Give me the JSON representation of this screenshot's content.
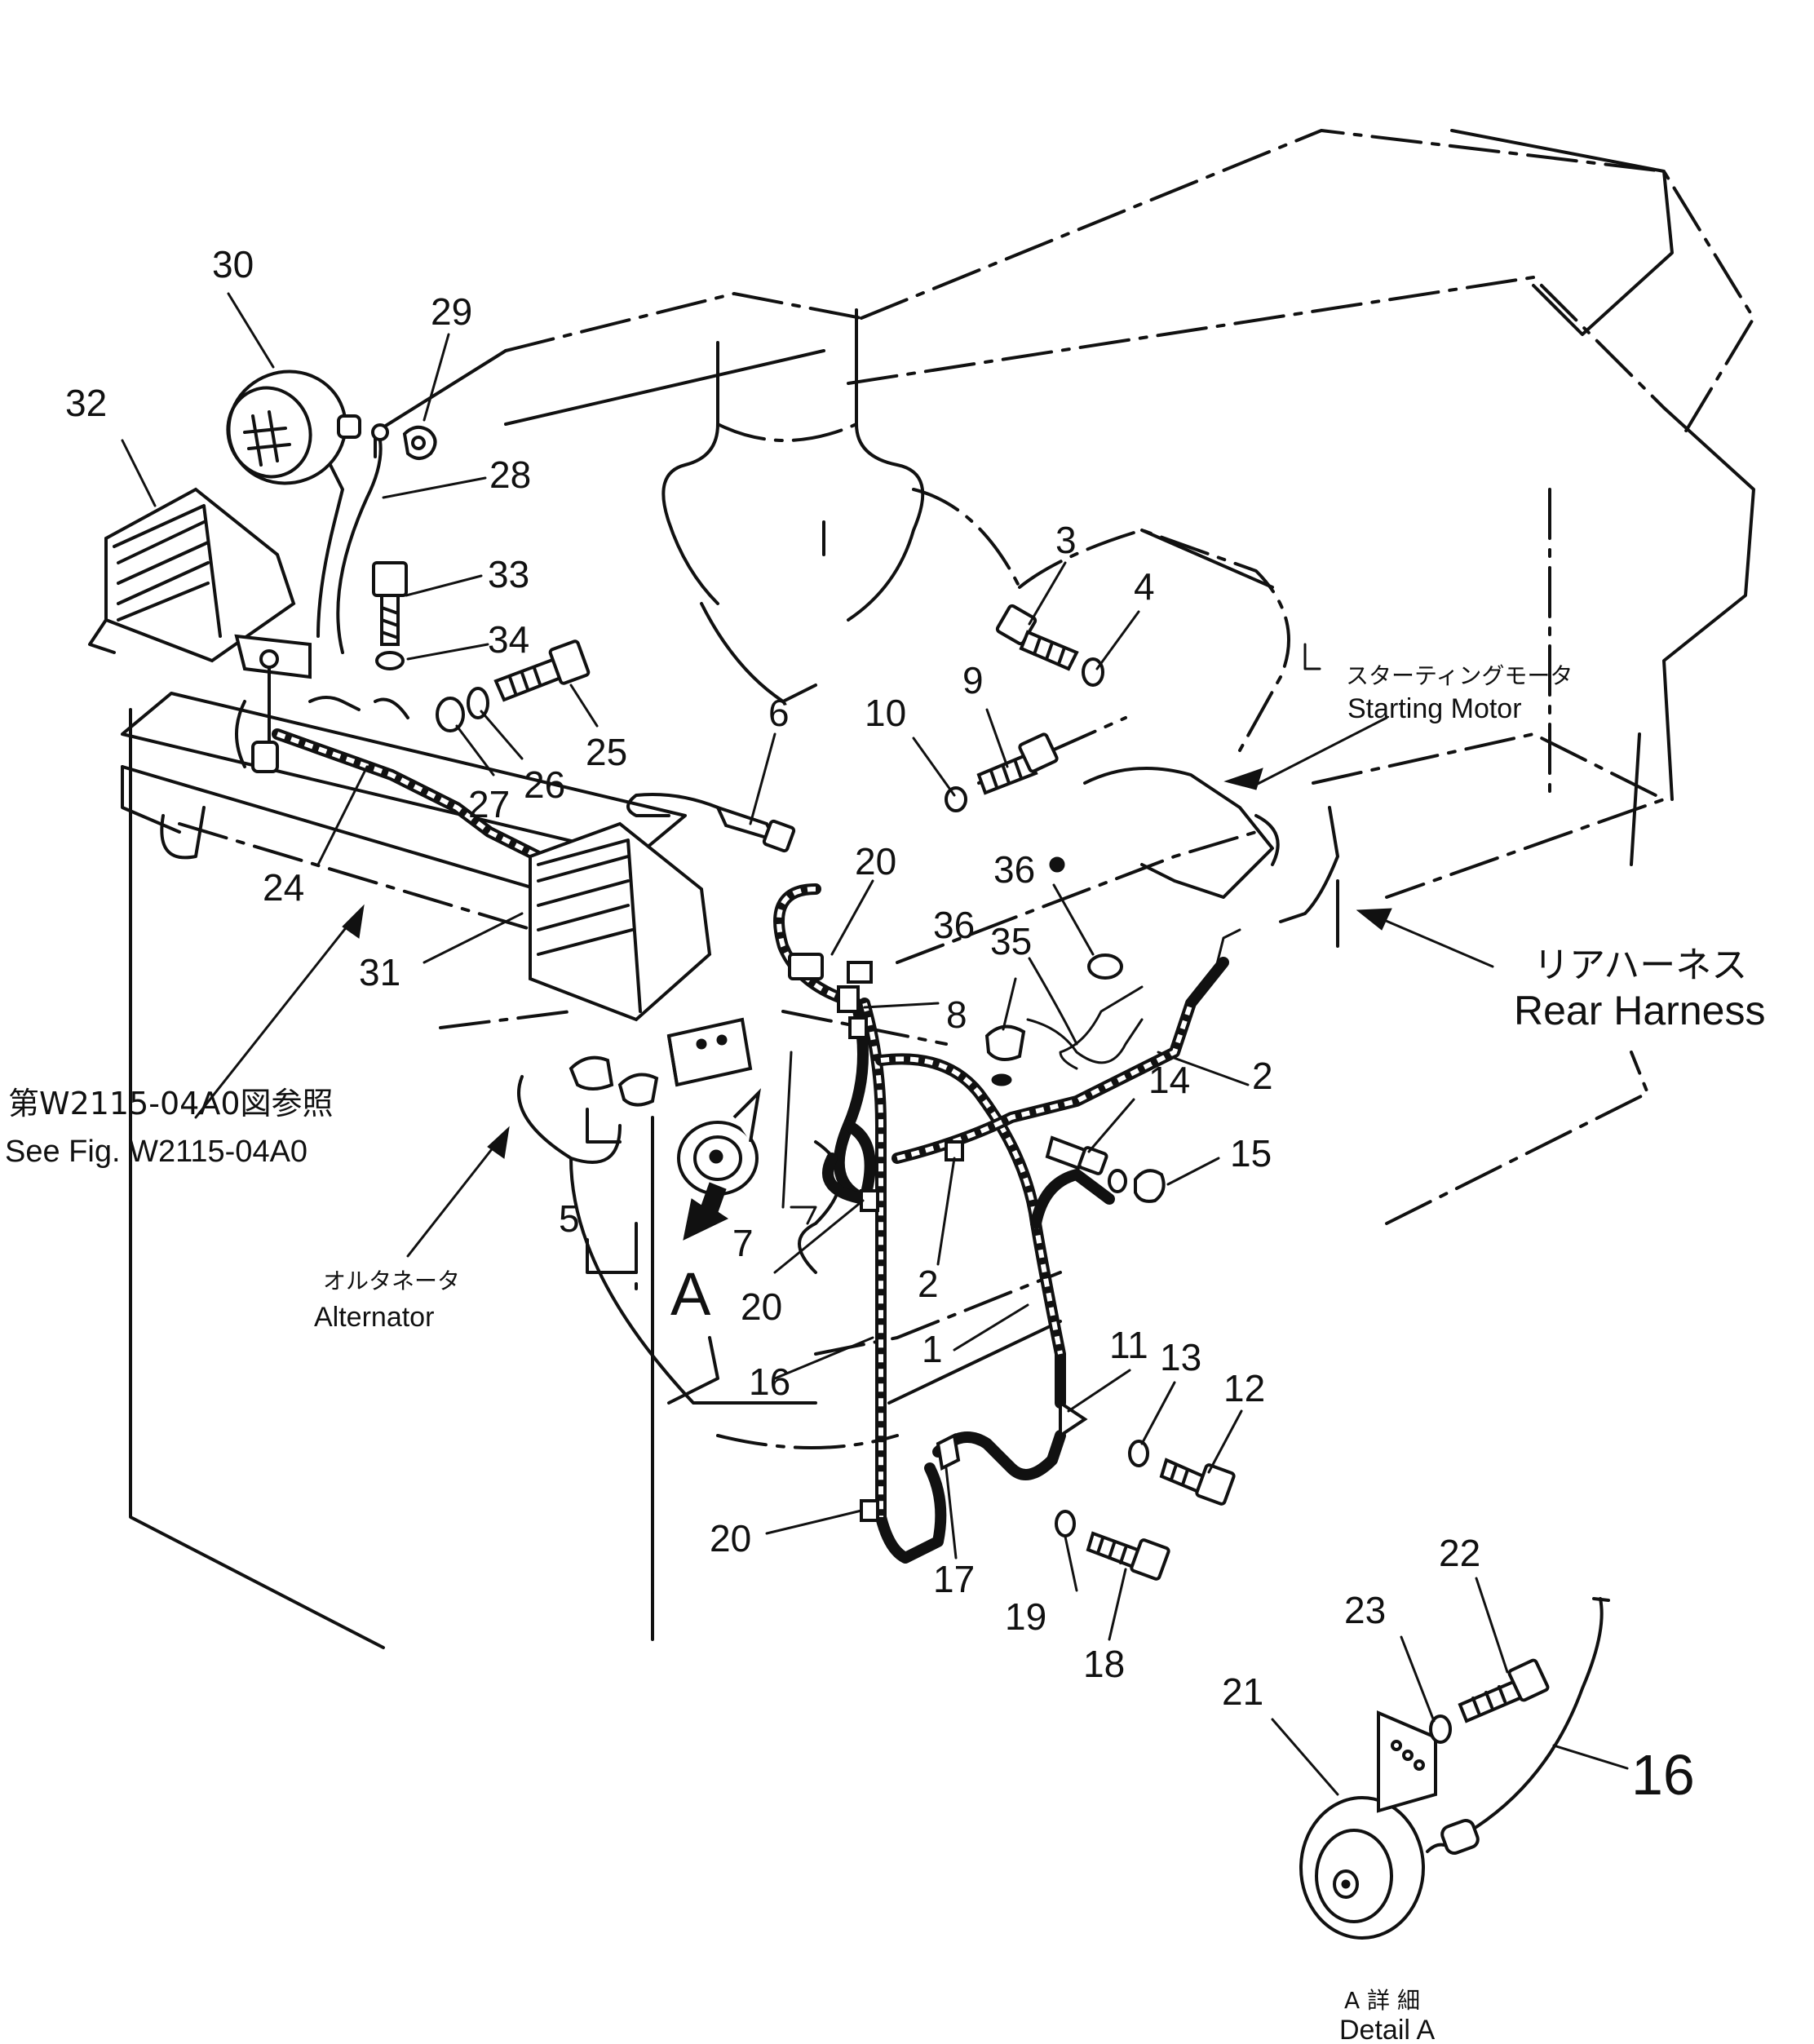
{
  "callouts": {
    "c1": "1",
    "c2a": "2",
    "c2b": "2",
    "c3": "3",
    "c4": "4",
    "c5": "5",
    "c6": "6",
    "c7": "7",
    "c8": "8",
    "c9": "9",
    "c10": "10",
    "c11": "11",
    "c12": "12",
    "c13": "13",
    "c14": "14",
    "c15": "15",
    "c16a": "16",
    "c16b": "16",
    "c17": "17",
    "c18": "18",
    "c19": "19",
    "c20a": "20",
    "c20b": "20",
    "c20c": "20",
    "c21": "21",
    "c22": "22",
    "c23": "23",
    "c24": "24",
    "c25": "25",
    "c26": "26",
    "c27": "27",
    "c28": "28",
    "c29": "29",
    "c30": "30",
    "c31": "31",
    "c32": "32",
    "c33": "33",
    "c34": "34",
    "c35": "35",
    "c36a": "36",
    "c36b": "36"
  },
  "notes": {
    "starting_motor_jp": "スターティングモータ",
    "starting_motor_en": "Starting  Motor",
    "rear_harness_jp": "リアハーネス",
    "rear_harness_en": "Rear Harness",
    "see_fig_jp": "第W2115-04A0図参照",
    "see_fig_en": "See Fig. W2115-04A0",
    "alternator_jp": "オルタネータ",
    "alternator_en": "Alternator",
    "view_a": "A",
    "detail_a_jp": "A  詳  細",
    "detail_a_en": "Detail  A"
  }
}
